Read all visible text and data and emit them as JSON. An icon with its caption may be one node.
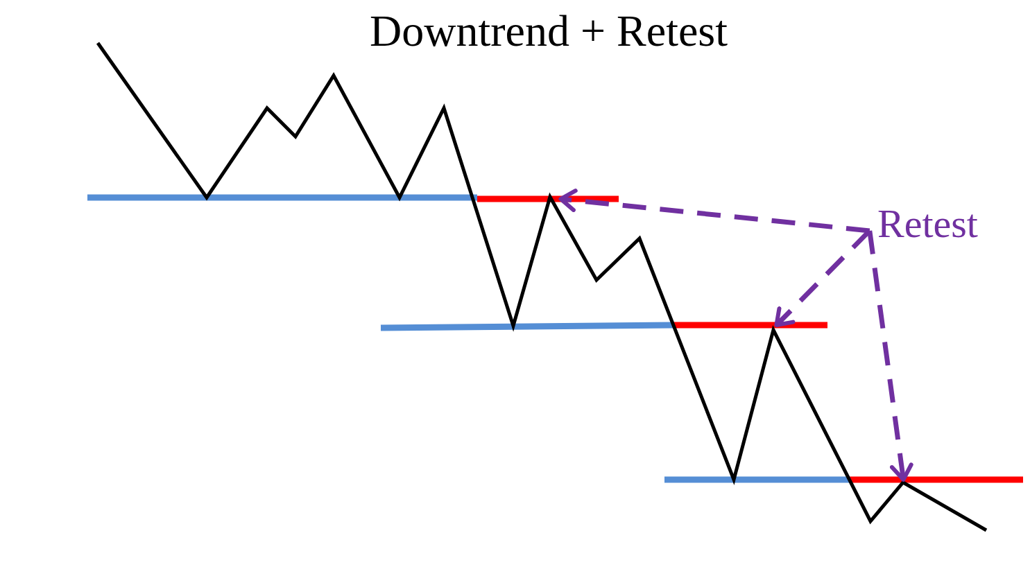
{
  "diagram": {
    "title": "Downtrend + Retest",
    "nodes": [
      {
        "text": [],
        "shape": "line"
      },
      {
        "text": [
          "Retest"
        ]
      },
      {
        "text": [],
        "shape": "line"
      },
      {
        "text": [],
        "shape": "line"
      }
    ],
    "edges": [
      {
        "from": 1,
        "to": 0,
        "arrow": "to",
        "style": "dashed"
      },
      {
        "from": 1,
        "to": 2,
        "arrow": "to",
        "style": "dashed"
      },
      {
        "from": 1,
        "to": 3,
        "arrow": "to",
        "style": "dashed"
      }
    ]
  }
}
